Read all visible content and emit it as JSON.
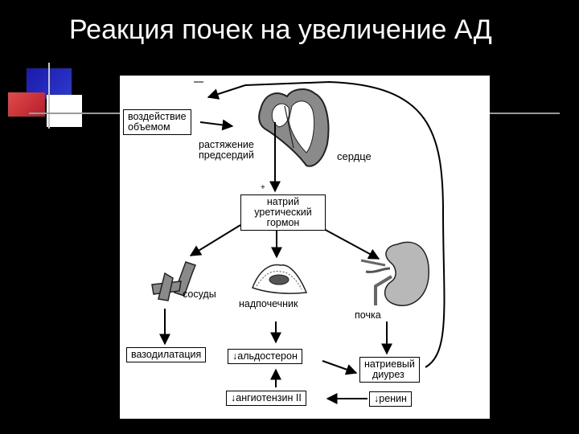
{
  "slide": {
    "title": "Реакция почек на увеличение АД"
  },
  "diagram": {
    "volume_effect": [
      "воздействие",
      "объемом"
    ],
    "atrial_stretch": [
      "растяжение",
      "предсердий"
    ],
    "heart": "сердце",
    "hormone": [
      "натрий",
      "уретический",
      "гормон"
    ],
    "vessels": "сосуды",
    "adrenal": "надпочечник",
    "kidney": "почка",
    "vasodilation": "вазодилатация",
    "aldosterone": "альдостерон",
    "natriuresis": [
      "натриевый",
      "диурез"
    ],
    "angiotensin": "ангиотензин II",
    "renin": "ренин",
    "plus_sign": "+",
    "down_arrow_glyph": "↓"
  },
  "colors": {
    "slide_background": "#000000",
    "panel_background": "#ffffff",
    "organ_gray": "#8a8a8a",
    "deco_blue": "#1a1aa8",
    "deco_red": "#d2323a"
  }
}
